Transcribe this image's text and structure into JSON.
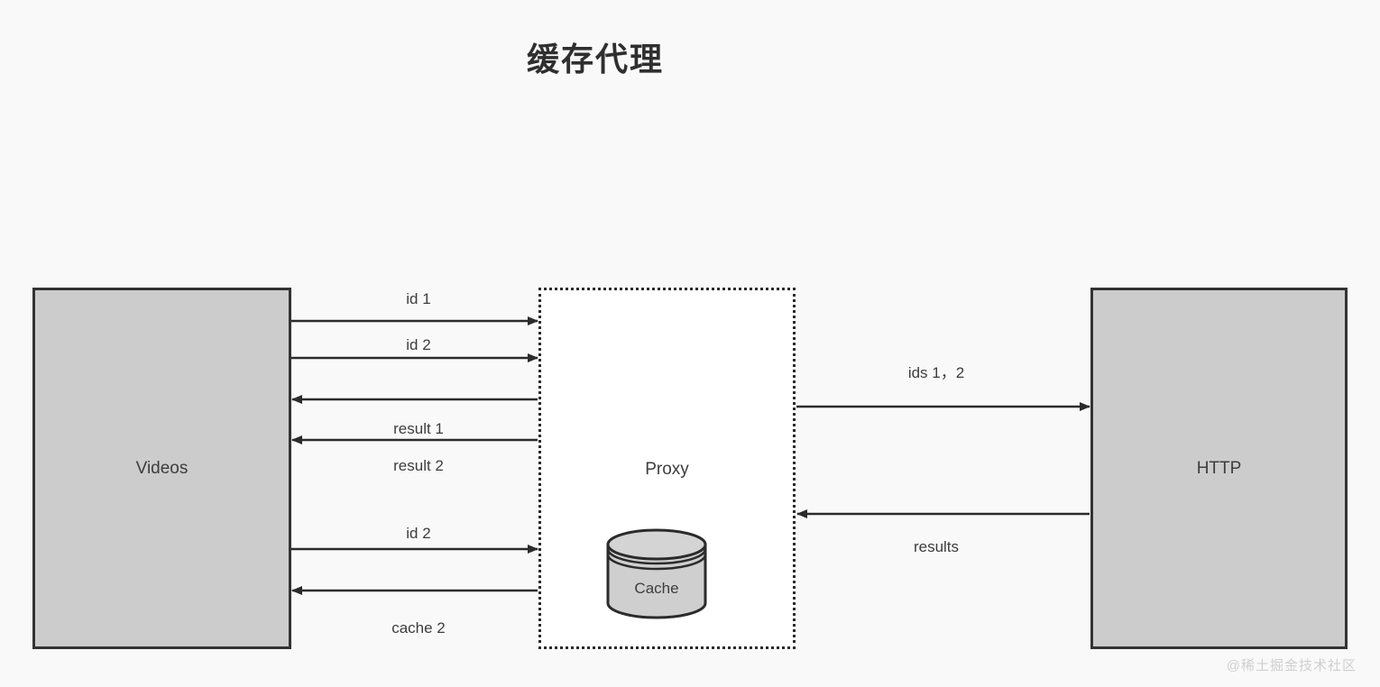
{
  "page": {
    "title": "缓存代理",
    "background_color": "#f9f9f9",
    "watermark": "@稀土掘金技术社区"
  },
  "theme": {
    "node_fill": "#cccccc",
    "node_stroke": "#333333",
    "proxy_fill": "#ffffff",
    "proxy_stroke": "#2b2b2b",
    "arrow_color": "#2b2b2b",
    "text_color": "#3d3d3d"
  },
  "nodes": [
    {
      "id": "videos",
      "label": "Videos",
      "style": "solid"
    },
    {
      "id": "proxy",
      "label": "Proxy",
      "style": "dotted"
    },
    {
      "id": "http",
      "label": "HTTP",
      "style": "solid"
    }
  ],
  "cache": {
    "label": "Cache",
    "shape": "cylinder-icon"
  },
  "edges": [
    {
      "id": "e1",
      "label": "id 1",
      "from": "videos",
      "to": "proxy",
      "direction": "right"
    },
    {
      "id": "e2",
      "label": "id 2",
      "from": "videos",
      "to": "proxy",
      "direction": "right"
    },
    {
      "id": "e3",
      "label": "result 1",
      "from": "proxy",
      "to": "videos",
      "direction": "left"
    },
    {
      "id": "e4",
      "label": "result 2",
      "from": "proxy",
      "to": "videos",
      "direction": "left"
    },
    {
      "id": "e5",
      "label": "id 2",
      "from": "videos",
      "to": "proxy",
      "direction": "right"
    },
    {
      "id": "e6",
      "label": "cache 2",
      "from": "proxy",
      "to": "videos",
      "direction": "left"
    },
    {
      "id": "e7",
      "label": "ids 1，2",
      "from": "proxy",
      "to": "http",
      "direction": "right"
    },
    {
      "id": "e8",
      "label": "results",
      "from": "http",
      "to": "proxy",
      "direction": "left"
    }
  ]
}
